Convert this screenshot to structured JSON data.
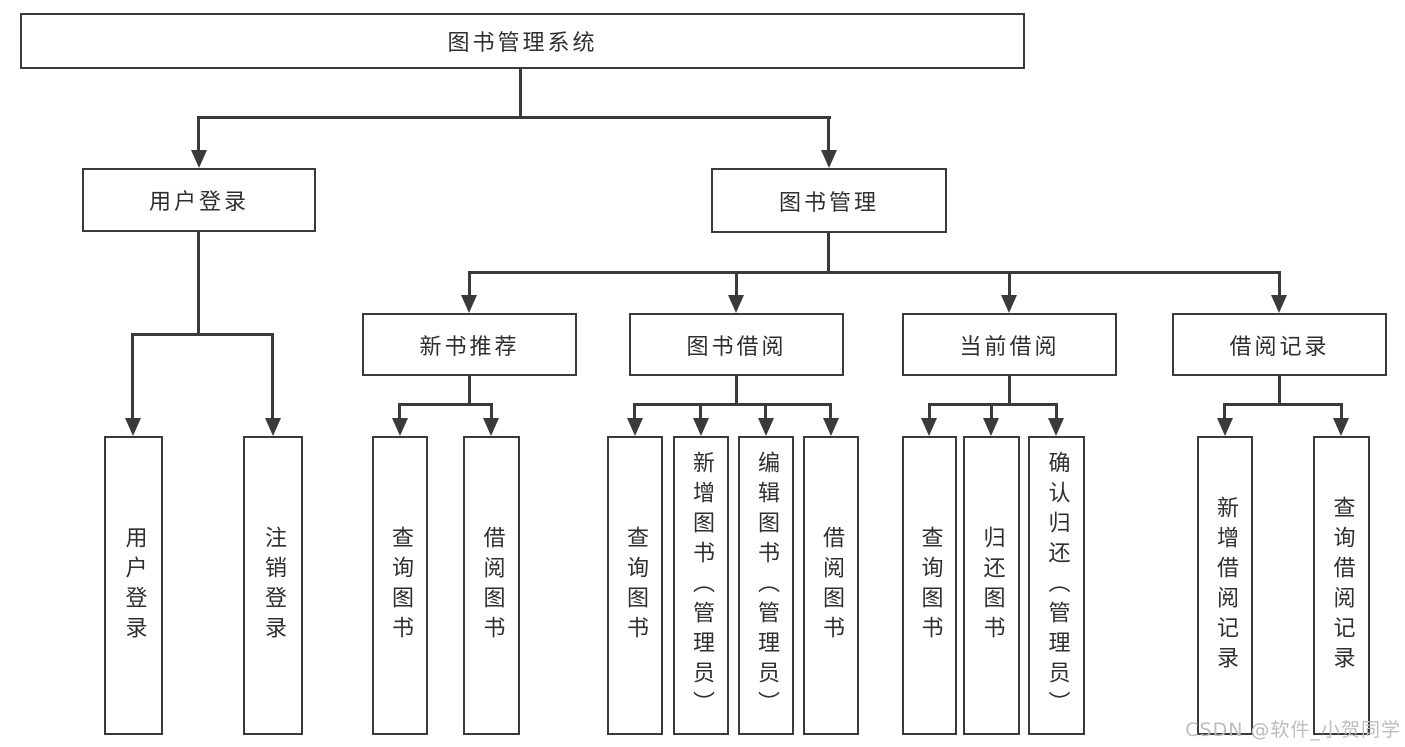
{
  "colors": {
    "line": "#3a3a3a",
    "text": "#2f2f2f",
    "wm": "#bdbdbd",
    "bg": "#ffffff"
  },
  "root": {
    "label": "图书管理系统"
  },
  "branches": {
    "user_login": {
      "label": "用户登录",
      "children": [
        {
          "label": "用户登录"
        },
        {
          "label": "注销登录"
        }
      ]
    },
    "book_mgmt": {
      "label": "图书管理",
      "children": [
        {
          "label": "新书推荐",
          "children": [
            {
              "label": "查询图书"
            },
            {
              "label": "借阅图书"
            }
          ]
        },
        {
          "label": "图书借阅",
          "children": [
            {
              "label": "查询图书"
            },
            {
              "label": "新增图书（管理员）"
            },
            {
              "label": "编辑图书（管理员）"
            },
            {
              "label": "借阅图书"
            }
          ]
        },
        {
          "label": "当前借阅",
          "children": [
            {
              "label": "查询图书"
            },
            {
              "label": "归还图书"
            },
            {
              "label": "确认归还（管理员）"
            }
          ]
        },
        {
          "label": "借阅记录",
          "children": [
            {
              "label": "新增借阅记录"
            },
            {
              "label": "查询借阅记录"
            }
          ]
        }
      ]
    }
  },
  "watermark": {
    "text": "CSDN @软件_小贺同学"
  }
}
